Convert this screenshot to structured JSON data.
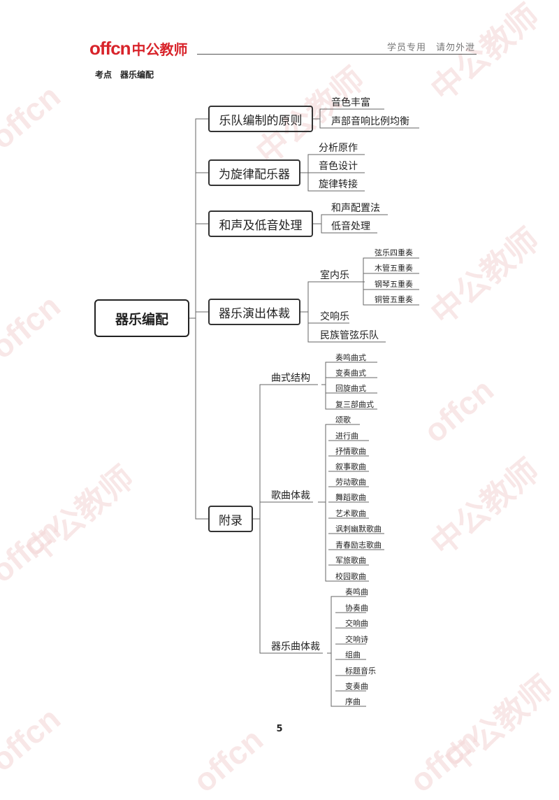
{
  "header": {
    "logo_brand": "offcn",
    "logo_cn": "中公教师",
    "note": "学员专用　请勿外泄"
  },
  "watermark": {
    "brand": "offcn",
    "cn": "中公教师"
  },
  "topic": "考点　器乐编配",
  "mindmap": {
    "root": "器乐编配",
    "branches": [
      {
        "label": "乐队编制的原则",
        "children": [
          {
            "label": "音色丰富"
          },
          {
            "label": "声部音响比例均衡"
          }
        ]
      },
      {
        "label": "为旋律配乐器",
        "children": [
          {
            "label": "分析原作"
          },
          {
            "label": "音色设计"
          },
          {
            "label": "旋律转接"
          }
        ]
      },
      {
        "label": "和声及低音处理",
        "children": [
          {
            "label": "和声配置法"
          },
          {
            "label": "低音处理"
          }
        ]
      },
      {
        "label": "器乐演出体裁",
        "children": [
          {
            "label": "室内乐",
            "children": [
              "弦乐四重奏",
              "木管五重奏",
              "钢琴五重奏",
              "铜管五重奏"
            ]
          },
          {
            "label": "交响乐"
          },
          {
            "label": "民族管弦乐队"
          }
        ]
      },
      {
        "label": "附录",
        "children": [
          {
            "label": "曲式结构",
            "children": [
              "奏鸣曲式",
              "变奏曲式",
              "回旋曲式",
              "复三部曲式"
            ]
          },
          {
            "label": "歌曲体裁",
            "children": [
              "颂歌",
              "进行曲",
              "抒情歌曲",
              "叙事歌曲",
              "劳动歌曲",
              "舞蹈歌曲",
              "艺术歌曲",
              "讽刺幽默歌曲",
              "青春励志歌曲",
              "军旅歌曲",
              "校园歌曲"
            ]
          },
          {
            "label": "器乐曲体裁",
            "children": [
              "奏鸣曲",
              "协奏曲",
              "交响曲",
              "交响诗",
              "组曲",
              "标题音乐",
              "变奏曲",
              "序曲"
            ]
          }
        ]
      }
    ]
  },
  "page_number": "5"
}
